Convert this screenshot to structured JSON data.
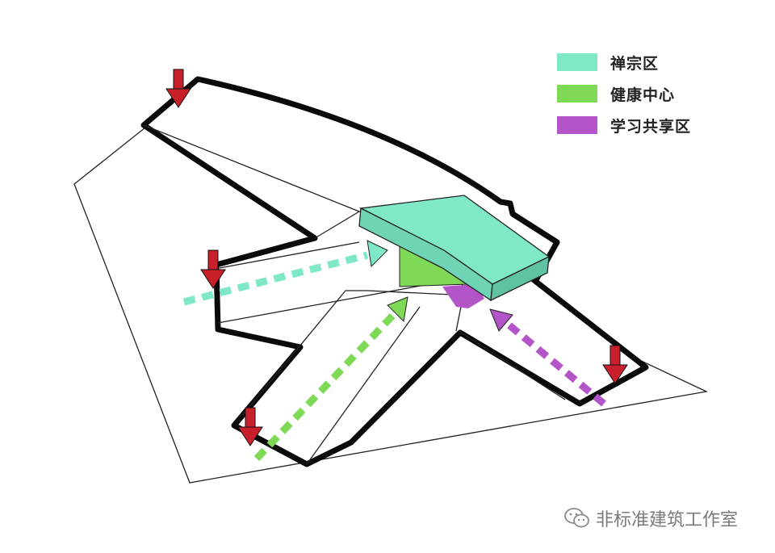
{
  "legend": {
    "items": [
      {
        "label": "禅宗区",
        "color": "#7ee8c9"
      },
      {
        "label": "健康中心",
        "color": "#7ed957"
      },
      {
        "label": "学习共享区",
        "color": "#b354c8"
      }
    ]
  },
  "watermark": {
    "text": "非标准建筑工作室",
    "icon": "wechat-icon"
  },
  "colors": {
    "outline": "#0a0a0a",
    "site": "#ffffff",
    "entry_arrow": "#c8202a",
    "zen": "#7ee8c9",
    "health": "#7ed957",
    "learning": "#b354c8"
  }
}
